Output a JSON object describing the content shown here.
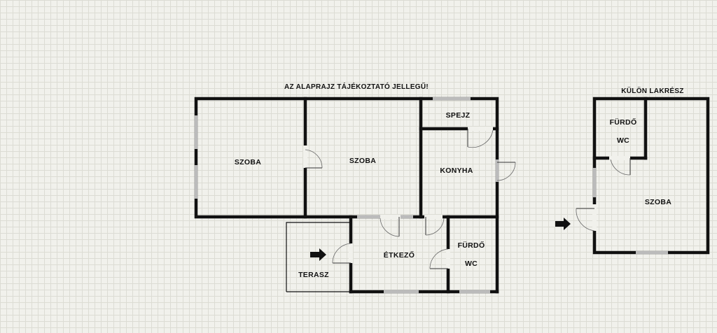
{
  "plan": {
    "notice": "AZ ALAPRAJZ TÁJÉKOZTATÓ JELLEGŰ!",
    "separate_unit_title": "KÜLÖN LAKRÉSZ",
    "rooms": {
      "szoba_1": "SZOBA",
      "szoba_2": "SZOBA",
      "spejz": "SPEJZ",
      "konyha": "KONYHA",
      "etkezo": "ÉTKEZŐ",
      "furdo_1": "FÜRDŐ",
      "wc_1": "WC",
      "terasz": "TERASZ",
      "furdo_2": "FÜRDŐ",
      "wc_2": "WC",
      "szoba_3": "SZOBA"
    }
  },
  "icons": {
    "entrance_main": "arrow-right-icon",
    "entrance_separate": "arrow-right-icon"
  },
  "colors": {
    "background": "#f1f1ec",
    "grid": "#dcdcd4",
    "wall": "#111111",
    "window": "#bbbbbb"
  }
}
